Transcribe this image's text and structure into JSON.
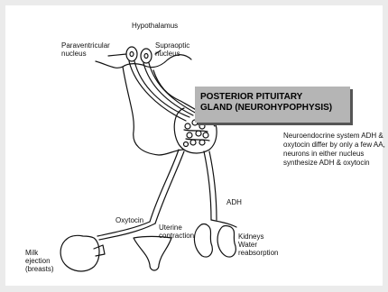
{
  "labels": {
    "hypothalamus": "Hypothalamus",
    "paraventricular": "Paraventricular\nnucleus",
    "supraoptic": "Supraoptic\nnucleus",
    "title": "POSTERIOR PITUITARY\nGLAND (NEUROHYPOPHYSIS)",
    "note": "Neuroendocrine system ADH & oxytocin differ by only a few AA, neurons in either nucleus synthesize ADH & oxytocin",
    "adh": "ADH",
    "oxytocin": "Oxytocin",
    "uterine": "Uterine\ncontraction",
    "milk": "Milk\nejection\n(breasts)",
    "kidneys": "Kidneys\nWater\nreabsorption"
  }
}
